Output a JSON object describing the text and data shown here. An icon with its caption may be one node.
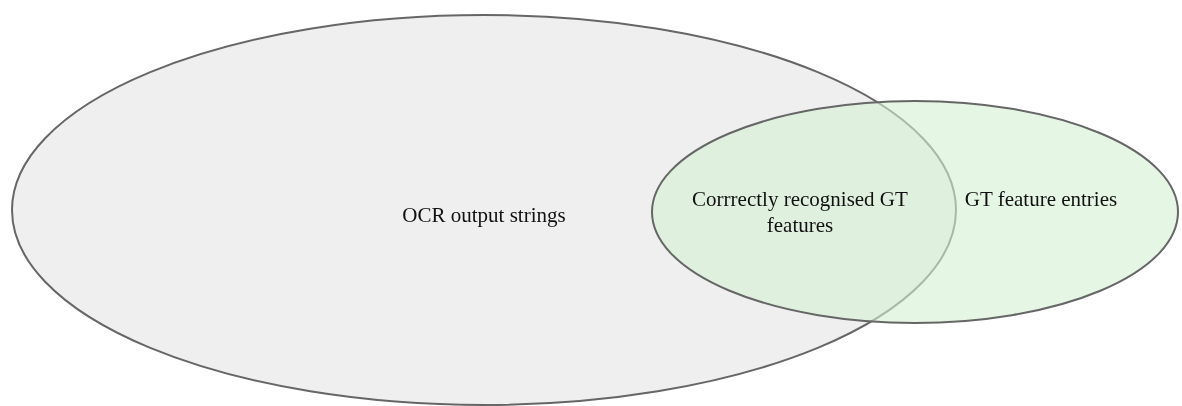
{
  "diagram": {
    "nodes": [
      {
        "text": [
          "OCR output strings"
        ]
      },
      {
        "text": [
          "GT feature entries"
        ]
      }
    ],
    "labels": [
      "Corrrectly recognised GT features"
    ]
  }
}
